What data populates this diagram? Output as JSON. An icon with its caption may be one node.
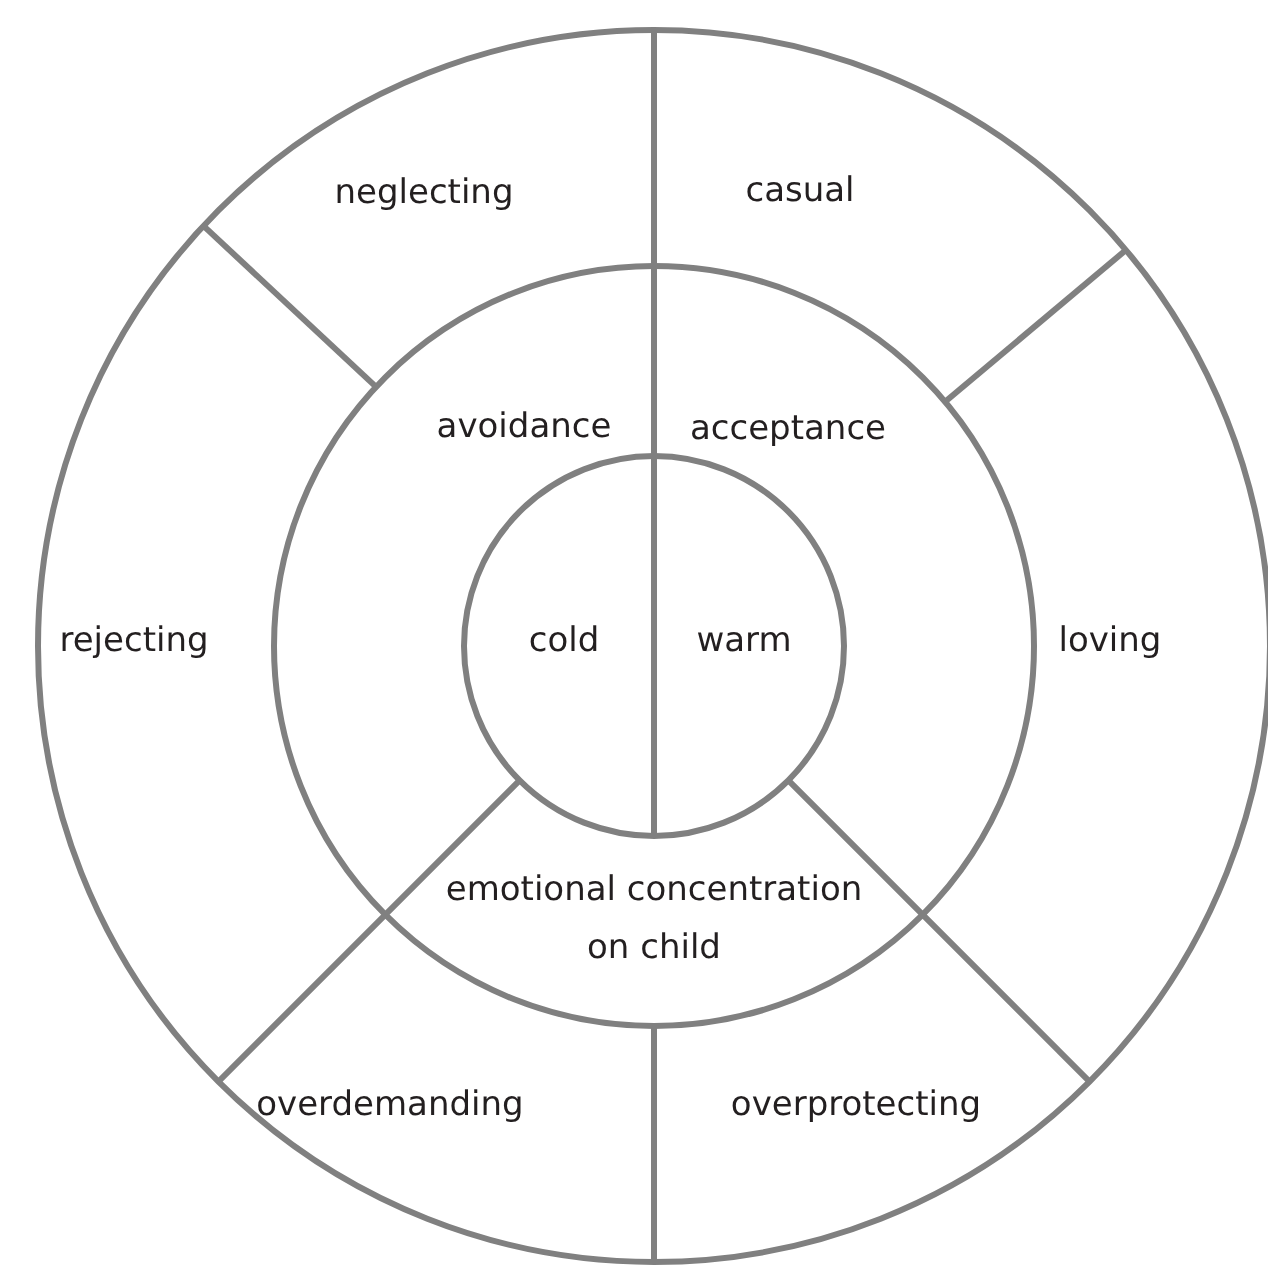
{
  "diagram": {
    "nodes": [
      {
        "text": [
          "neglecting"
        ]
      },
      {
        "text": [
          "casual"
        ]
      },
      {
        "text": [
          "avoidance"
        ]
      },
      {
        "text": [
          "acceptance"
        ]
      },
      {
        "text": [
          "rejecting"
        ]
      },
      {
        "text": [
          "cold"
        ]
      },
      {
        "text": [
          "warm"
        ]
      },
      {
        "text": [
          "loving"
        ]
      },
      {
        "text": [
          "emotional concentration on child"
        ]
      },
      {
        "text": [
          "overdemanding"
        ]
      },
      {
        "text": [
          "overprotecting"
        ]
      }
    ]
  }
}
